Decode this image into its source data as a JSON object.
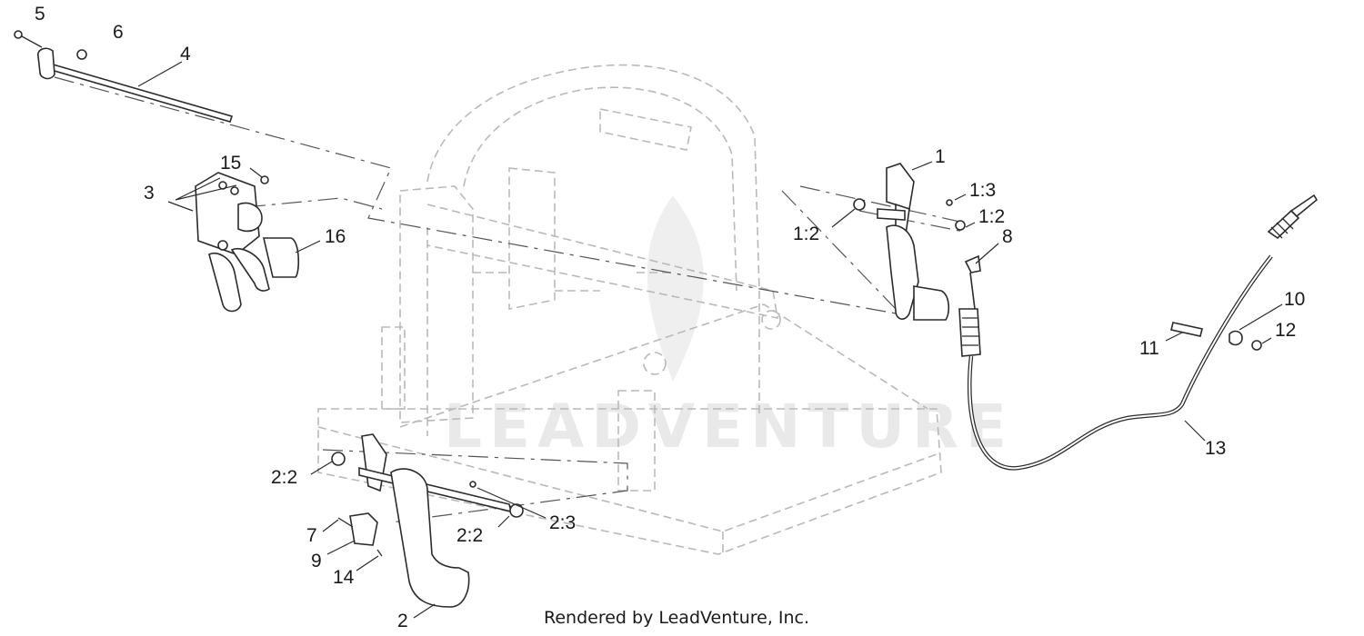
{
  "callouts": {
    "c5": "5",
    "c6": "6",
    "c4": "4",
    "c15": "15",
    "c3": "3",
    "c16": "16",
    "c1": "1",
    "c1_3": "1:3",
    "c1_2a": "1:2",
    "c1_2b": "1:2",
    "c8": "8",
    "c10": "10",
    "c11": "11",
    "c12": "12",
    "c13": "13",
    "c2_2a": "2:2",
    "c2_2b": "2:2",
    "c2_3": "2:3",
    "c7": "7",
    "c9": "9",
    "c14": "14",
    "c2": "2"
  },
  "caption": "Rendered by LeadVenture, Inc.",
  "watermark": "LEADVENTURE",
  "colors": {
    "ink": "#2b2b2b",
    "frame": "#b9b9b9",
    "watermark": "#e9e9e9"
  }
}
